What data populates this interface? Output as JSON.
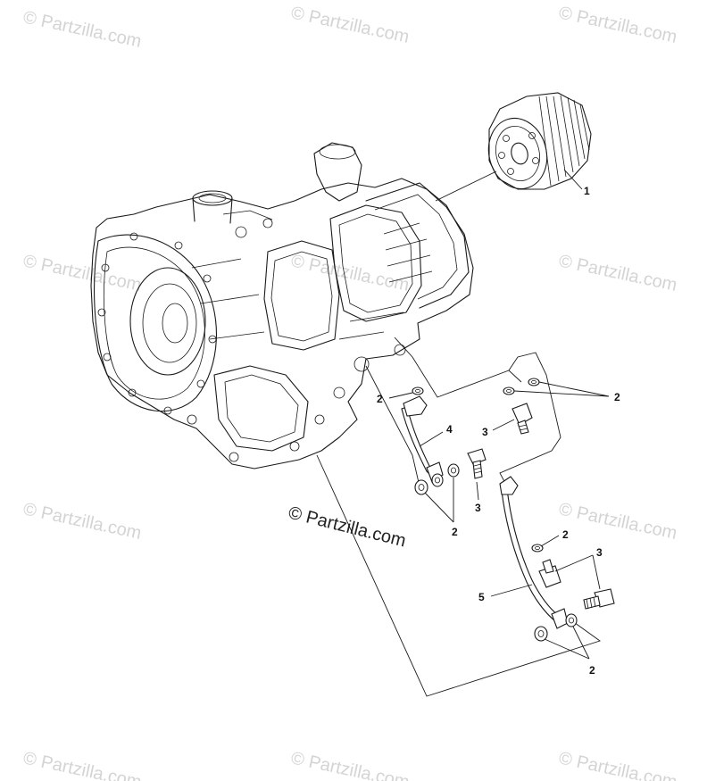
{
  "watermark": "© Partzilla.com",
  "copyright": "© Partzilla.com",
  "callouts": {
    "c1": "1",
    "c2a": "2",
    "c2b": "2",
    "c2c": "2",
    "c2d": "2",
    "c2e": "2",
    "c3a": "3",
    "c3b": "3",
    "c3c": "3",
    "c4": "4",
    "c5": "5"
  },
  "colors": {
    "line": "#1a1a1a",
    "watermark": "#d4d4d4",
    "background": "#ffffff"
  }
}
